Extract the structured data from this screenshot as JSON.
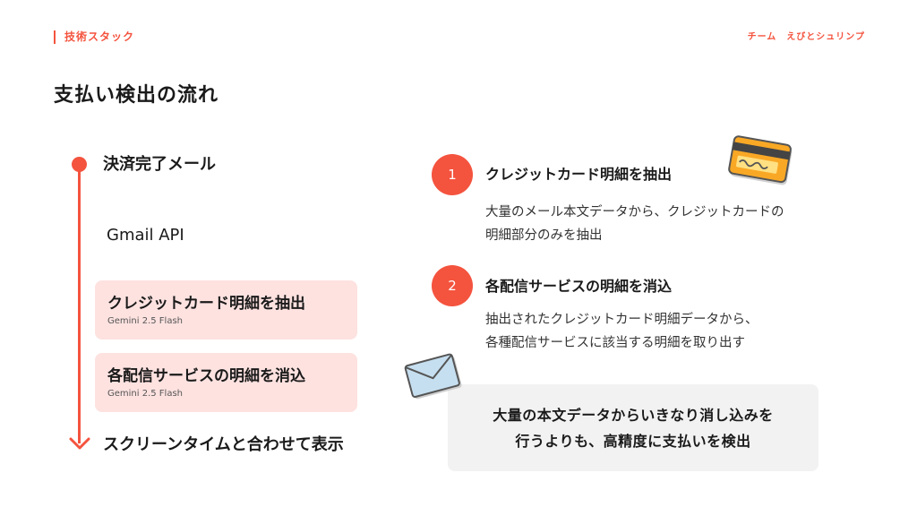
{
  "header": {
    "section_label": "技術スタック",
    "team_name": "チーム　えびとシュリンプ"
  },
  "page_title": "支払い検出の流れ",
  "flow": {
    "start": "決済完了メール",
    "api": "Gmail API",
    "cards": [
      {
        "title": "クレジットカード明細を抽出",
        "model": "Gemini 2.5 Flash"
      },
      {
        "title": "各配信サービスの明細を消込",
        "model": "Gemini 2.5 Flash"
      }
    ],
    "end": "スクリーンタイムと合わせて表示"
  },
  "steps": [
    {
      "number": "1",
      "title": "クレジットカード明細を抽出",
      "description": [
        "大量のメール本文データから、クレジットカードの",
        "明細部分のみを抽出"
      ]
    },
    {
      "number": "2",
      "title": "各配信サービスの明細を消込",
      "description": [
        "抽出されたクレジットカード明細データから、",
        "各種配信サービスに該当する明細を取り出す"
      ]
    }
  ],
  "summary": [
    "大量の本文データからいきなり消し込みを",
    "行うよりも、高精度に支払いを検出"
  ],
  "colors": {
    "accent": "#f4533e",
    "card_background": "#fde2e0",
    "summary_background": "#f2f2f2"
  },
  "icons": [
    "credit-card-icon",
    "envelope-icon",
    "arrow-down-icon"
  ]
}
